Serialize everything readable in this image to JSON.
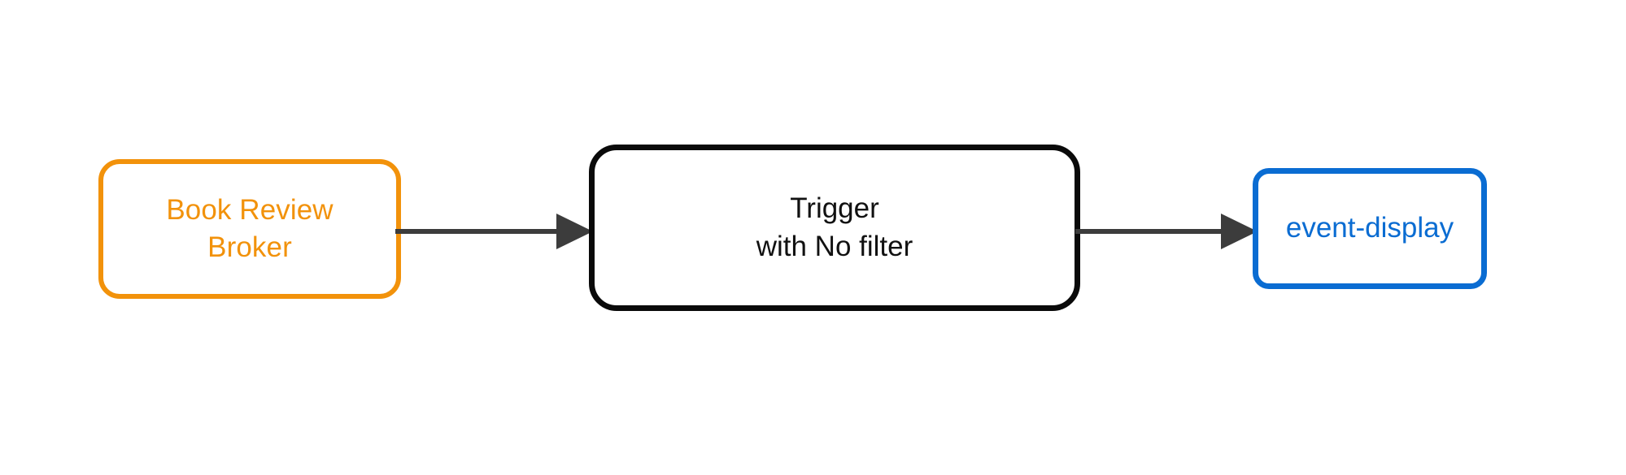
{
  "diagram": {
    "type": "flow",
    "direction": "left-to-right",
    "background": "#FFFFFF",
    "nodes": [
      {
        "id": "broker",
        "label": "Book Review\nBroker",
        "role": "broker",
        "color": "#F2920B",
        "shape": "rounded-rectangle"
      },
      {
        "id": "trigger",
        "label": "Trigger\nwith No filter",
        "role": "trigger",
        "color": "#0A0A0A",
        "shape": "rounded-rectangle"
      },
      {
        "id": "sink",
        "label": "event-display",
        "role": "sink",
        "color": "#0A6CD2",
        "shape": "rounded-rectangle"
      }
    ],
    "edges": [
      {
        "id": "broker-to-trigger",
        "from": "broker",
        "to": "trigger",
        "label": "",
        "color": "#3C3C3C",
        "arrowhead": "filled-triangle"
      },
      {
        "id": "trigger-to-sink",
        "from": "trigger",
        "to": "sink",
        "label": "",
        "color": "#3C3C3C",
        "arrowhead": "filled-triangle"
      }
    ]
  }
}
